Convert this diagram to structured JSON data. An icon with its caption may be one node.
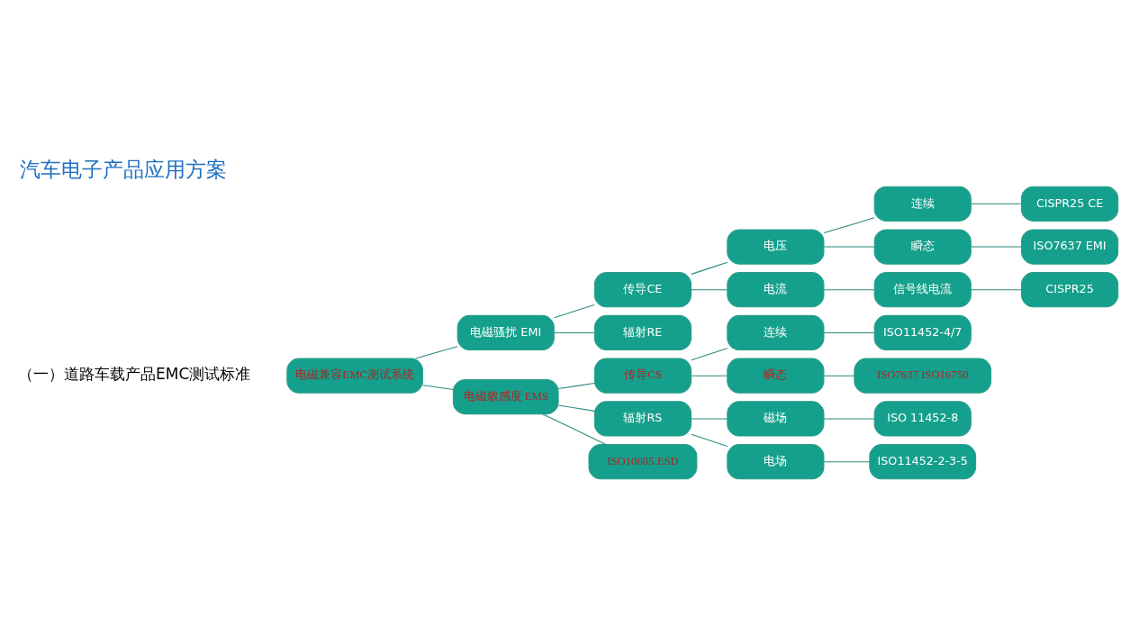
{
  "diagram": {
    "title": "汽车电子产品应用方案",
    "labels": [
      "（一）道路车载产品EMC测试标准"
    ],
    "nodes": [
      {
        "text": [
          "电磁兼容EMC测试系统"
        ]
      },
      {
        "text": [
          "电磁骚扰 EMI"
        ]
      },
      {
        "text": [
          "电磁敏感度 EMS"
        ]
      },
      {
        "text": [
          "传导CE"
        ]
      },
      {
        "text": [
          "辐射RE"
        ]
      },
      {
        "text": [
          "电压"
        ]
      },
      {
        "text": [
          "电流"
        ]
      },
      {
        "text": [
          "连续"
        ]
      },
      {
        "text": [
          "瞬态"
        ]
      },
      {
        "text": [
          "信号线电流"
        ]
      },
      {
        "text": [
          "CISPR25 CE"
        ]
      },
      {
        "text": [
          "ISO7637 EMI"
        ]
      },
      {
        "text": [
          "CISPR25"
        ]
      },
      {
        "text": [
          "传导CS"
        ]
      },
      {
        "text": [
          "辐射RS"
        ]
      },
      {
        "text": [
          "ISO10605 ESD"
        ]
      },
      {
        "text": [
          "连续"
        ]
      },
      {
        "text": [
          "瞬态"
        ]
      },
      {
        "text": [
          "磁场"
        ]
      },
      {
        "text": [
          "电场"
        ]
      },
      {
        "text": [
          "ISO11452-4/7"
        ]
      },
      {
        "text": [
          "ISO7637 ISO16750"
        ]
      },
      {
        "text": [
          "ISO 11452-8"
        ]
      },
      {
        "text": [
          "ISO11452-2-3-5"
        ]
      }
    ],
    "edges": [
      {
        "from": 0,
        "to": 1,
        "arrow": "none"
      },
      {
        "from": 0,
        "to": 2,
        "arrow": "none"
      },
      {
        "from": 1,
        "to": 3,
        "arrow": "none"
      },
      {
        "from": 1,
        "to": 4,
        "arrow": "none"
      },
      {
        "from": 3,
        "to": 5,
        "arrow": "none"
      },
      {
        "from": 3,
        "to": 6,
        "arrow": "none"
      },
      {
        "from": 5,
        "to": 7,
        "arrow": "none"
      },
      {
        "from": 5,
        "to": 8,
        "arrow": "none"
      },
      {
        "from": 6,
        "to": 9,
        "arrow": "none"
      },
      {
        "from": 7,
        "to": 10,
        "arrow": "none"
      },
      {
        "from": 8,
        "to": 11,
        "arrow": "none"
      },
      {
        "from": 9,
        "to": 12,
        "arrow": "none"
      },
      {
        "from": 2,
        "to": 13,
        "arrow": "none"
      },
      {
        "from": 2,
        "to": 14,
        "arrow": "none"
      },
      {
        "from": 2,
        "to": 15,
        "arrow": "none"
      },
      {
        "from": 13,
        "to": 16,
        "arrow": "none"
      },
      {
        "from": 13,
        "to": 17,
        "arrow": "none"
      },
      {
        "from": 14,
        "to": 18,
        "arrow": "none"
      },
      {
        "from": 14,
        "to": 19,
        "arrow": "none"
      },
      {
        "from": 16,
        "to": 20,
        "arrow": "none"
      },
      {
        "from": 17,
        "to": 21,
        "arrow": "none"
      },
      {
        "from": 18,
        "to": 22,
        "arrow": "none"
      },
      {
        "from": 19,
        "to": 23,
        "arrow": "none"
      }
    ]
  }
}
